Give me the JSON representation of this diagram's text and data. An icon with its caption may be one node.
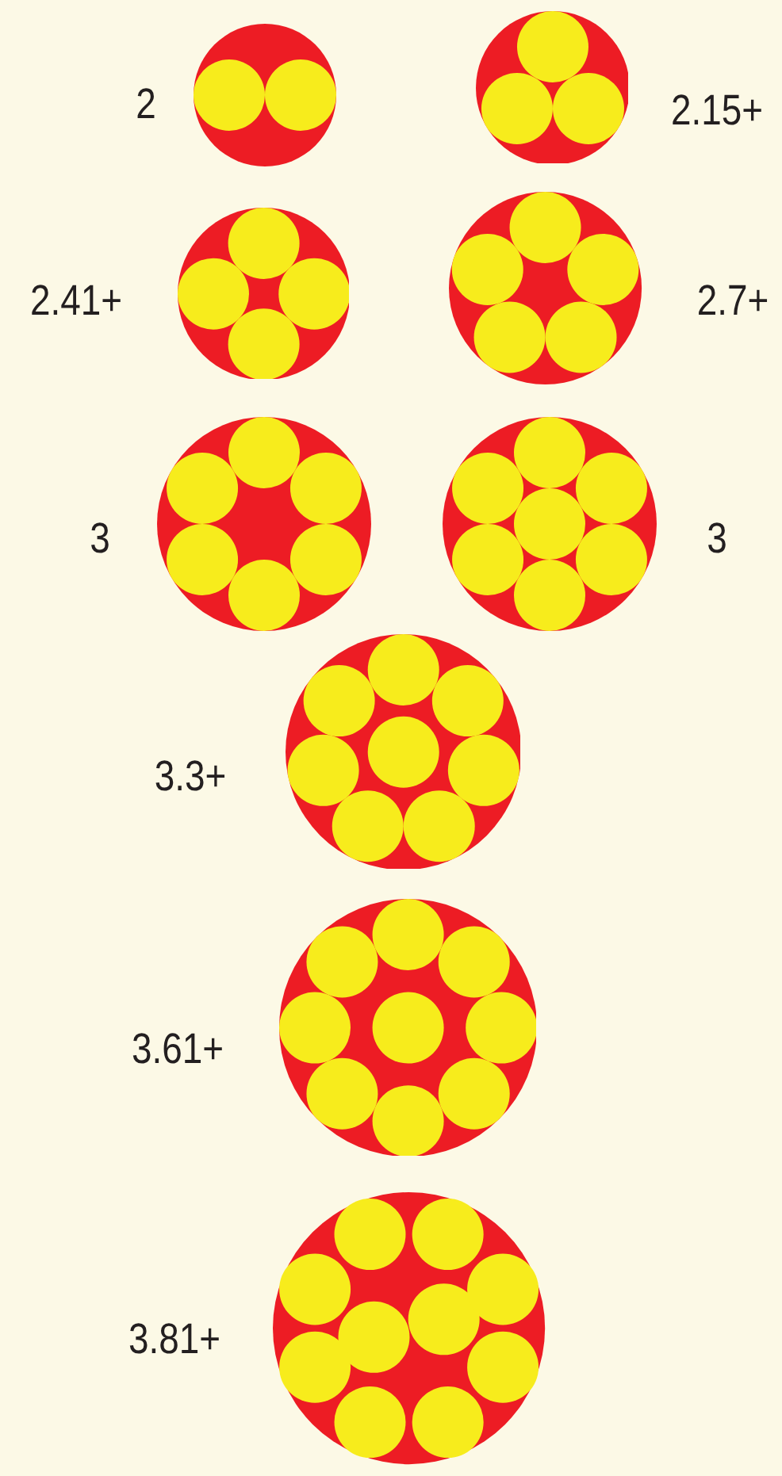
{
  "diagram": {
    "labels": [
      "2",
      "2.15+",
      "2.41+",
      "2.7+",
      "3",
      "3",
      "3.3+",
      "3.61+",
      "3.81+"
    ]
  }
}
